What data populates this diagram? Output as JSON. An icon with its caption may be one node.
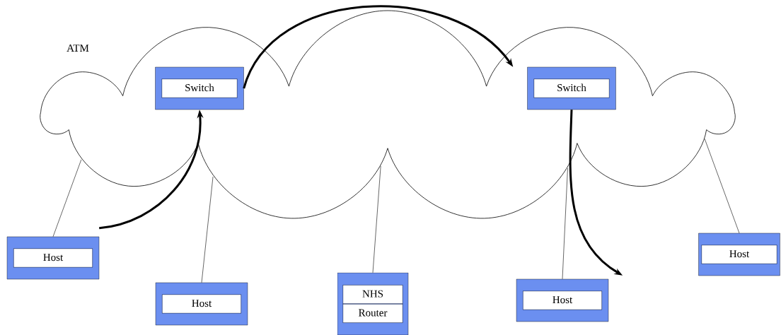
{
  "diagram": {
    "nodes": [
      {
        "text": [
          "ATM"
        ]
      },
      {
        "text": [
          "Switch"
        ],
        "in": 0
      },
      {
        "text": [
          "Switch"
        ],
        "in": 0
      },
      {
        "text": [
          "Host"
        ]
      },
      {
        "text": [
          "Host"
        ]
      },
      {
        "text": [
          "NHS",
          "Router"
        ]
      },
      {
        "text": [
          "Host"
        ]
      },
      {
        "text": [
          "Host"
        ]
      }
    ],
    "edges": [
      {
        "from": 0,
        "to": 3,
        "arrow": "none"
      },
      {
        "from": 0,
        "to": 4,
        "arrow": "none"
      },
      {
        "from": 0,
        "to": 5,
        "arrow": "none"
      },
      {
        "from": 0,
        "to": 6,
        "arrow": "none"
      },
      {
        "from": 0,
        "to": 7,
        "arrow": "none"
      },
      {
        "from": 3,
        "to": 1,
        "arrow": "to",
        "style": "thick"
      },
      {
        "from": 1,
        "to": 2,
        "arrow": "to",
        "style": "thick"
      },
      {
        "from": 2,
        "to": 6,
        "arrow": "to",
        "style": "thick"
      }
    ]
  }
}
